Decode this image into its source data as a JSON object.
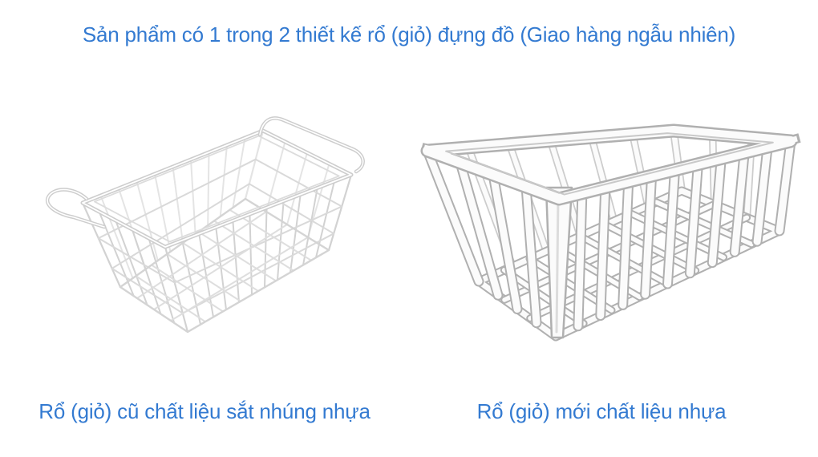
{
  "title": "Sản phẩm có 1 trong 2 thiết kế rổ (giỏ) đựng đồ (Giao hàng ngẫu nhiên)",
  "figures": [
    {
      "id": "old-basket",
      "image": "white-wire-basket-photo",
      "caption": "Rổ (giỏ) cũ chất liệu sắt nhúng nhựa"
    },
    {
      "id": "new-basket",
      "image": "white-plastic-basket-photo",
      "caption": "Rổ (giỏ) mới chất liệu nhựa"
    }
  ],
  "colors": {
    "background": "#ffffff",
    "text_blue": "#337ad1",
    "wire_gray": "#d2d2d2",
    "plastic_edge": "#b0b0b0",
    "plastic_fill": "#fbfbfb"
  }
}
